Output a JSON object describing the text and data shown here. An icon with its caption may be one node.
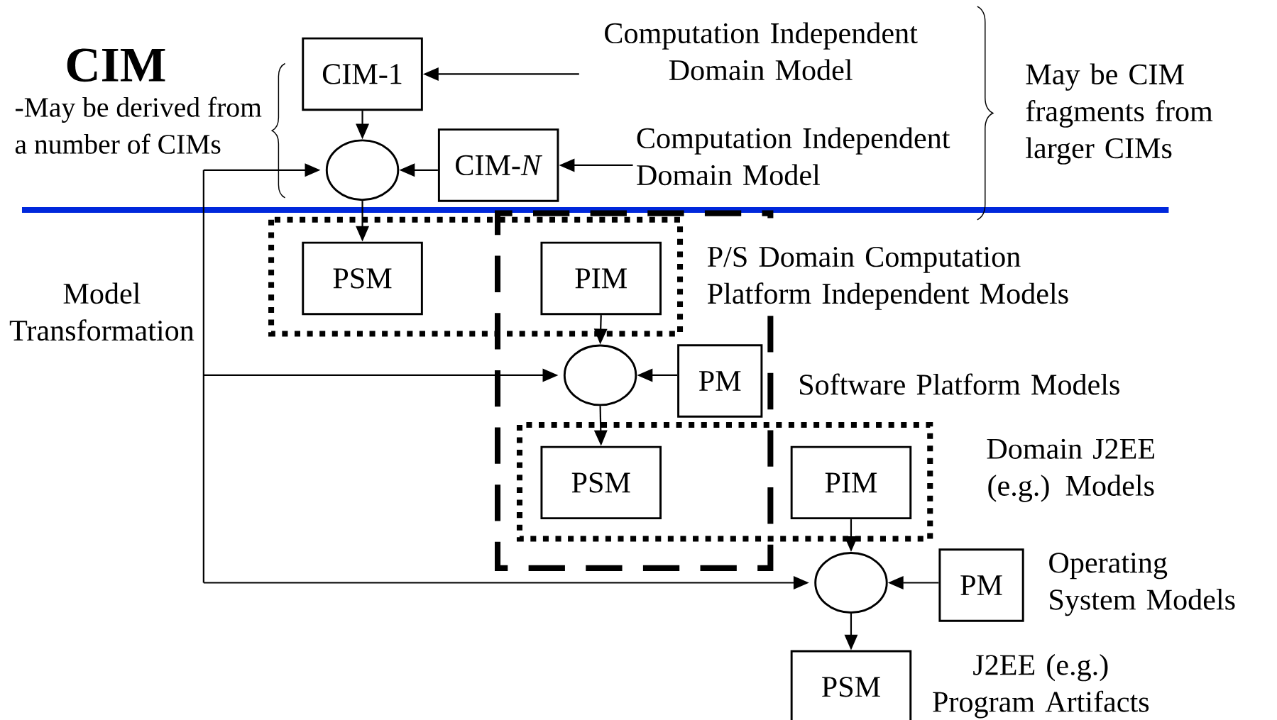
{
  "diagram": {
    "nodes": [
      {
        "text": [
          "CIM-1"
        ]
      },
      {
        "text": [],
        "shape": "ellipse"
      },
      {
        "text": [
          "CIM-*N*"
        ]
      },
      {
        "text": [
          "Computation Independent Domain Model"
        ]
      },
      {
        "text": [
          "Computation Independent Domain Model"
        ]
      },
      {
        "text": [
          "PSM"
        ]
      },
      {
        "text": [
          "PIM"
        ]
      },
      {
        "text": [],
        "shape": "ellipse"
      },
      {
        "text": [
          "PM"
        ]
      },
      {
        "text": [
          "PSM"
        ]
      },
      {
        "text": [
          "PIM"
        ]
      },
      {
        "text": [],
        "shape": "ellipse"
      },
      {
        "text": [
          "PM"
        ]
      },
      {
        "text": [
          "PSM"
        ]
      }
    ],
    "edges": [
      {
        "from": 3,
        "to": 0,
        "arrow": "to"
      },
      {
        "from": 4,
        "to": 2,
        "arrow": "to"
      },
      {
        "from": 0,
        "to": 1,
        "arrow": "to"
      },
      {
        "from": 2,
        "to": 1,
        "arrow": "to"
      },
      {
        "from": 1,
        "to": 5,
        "arrow": "to"
      },
      {
        "from": 6,
        "to": 7,
        "arrow": "to"
      },
      {
        "from": 8,
        "to": 7,
        "arrow": "to"
      },
      {
        "from": 7,
        "to": 9,
        "arrow": "to"
      },
      {
        "from": 10,
        "to": 11,
        "arrow": "to"
      },
      {
        "from": 12,
        "to": 11,
        "arrow": "to"
      },
      {
        "from": 11,
        "to": 13,
        "arrow": "to"
      },
      {
        "from": null,
        "to": 1,
        "arrow": "to"
      },
      {
        "from": null,
        "to": 7,
        "arrow": "to"
      },
      {
        "from": null,
        "to": 11,
        "arrow": "to"
      }
    ],
    "labels": [
      "CIM",
      "-May be derived from a number of CIMs",
      "Model Transformation",
      "May be CIM fragments from larger CIMs",
      "P/S Domain Computation Platform Independent Models",
      "Software Platform Models",
      "Domain J2EE (e.g.) Models",
      "Operating System Models",
      "J2EE (e.g.) Program Artifacts"
    ]
  }
}
